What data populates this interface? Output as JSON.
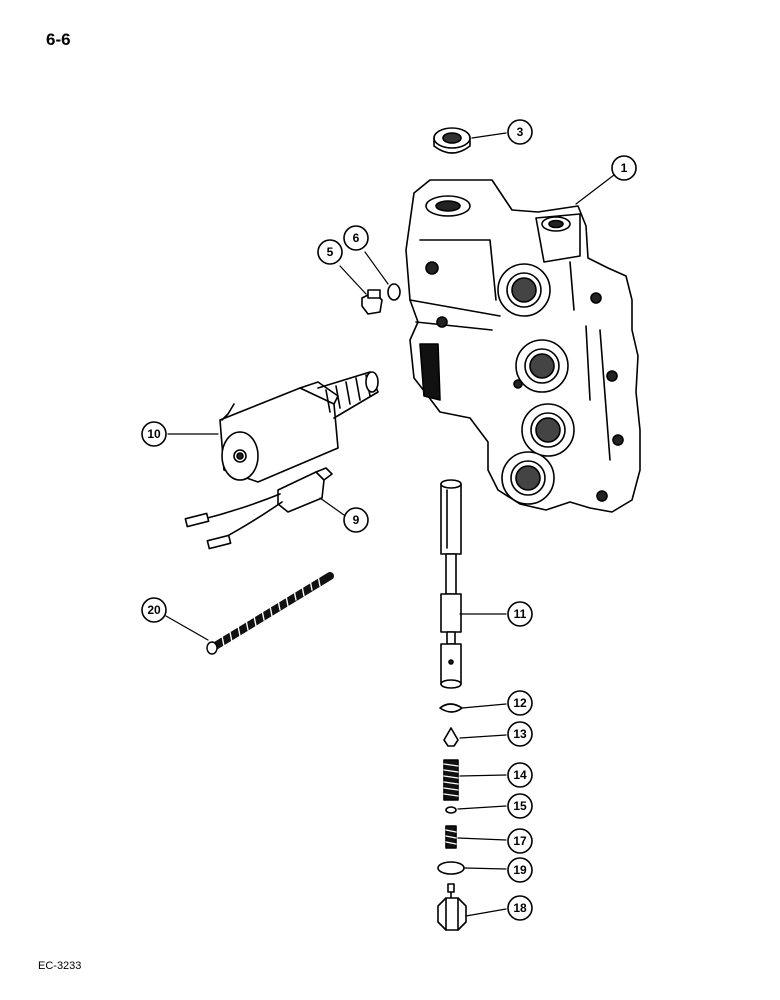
{
  "page_number": "6-6",
  "reference_code": "EC-3233",
  "callouts": [
    {
      "id": "1",
      "part": "valve-body"
    },
    {
      "id": "3",
      "part": "seal"
    },
    {
      "id": "5",
      "part": "plug"
    },
    {
      "id": "6",
      "part": "o-ring"
    },
    {
      "id": "10",
      "part": "solenoid"
    },
    {
      "id": "9",
      "part": "switch-with-leads"
    },
    {
      "id": "20",
      "part": "spring"
    },
    {
      "id": "11",
      "part": "spool"
    },
    {
      "id": "12",
      "part": "circlip"
    },
    {
      "id": "13",
      "part": "valve-poppet"
    },
    {
      "id": "14",
      "part": "spring"
    },
    {
      "id": "15",
      "part": "washer"
    },
    {
      "id": "17",
      "part": "spring"
    },
    {
      "id": "19",
      "part": "o-ring"
    },
    {
      "id": "18",
      "part": "plug"
    }
  ]
}
